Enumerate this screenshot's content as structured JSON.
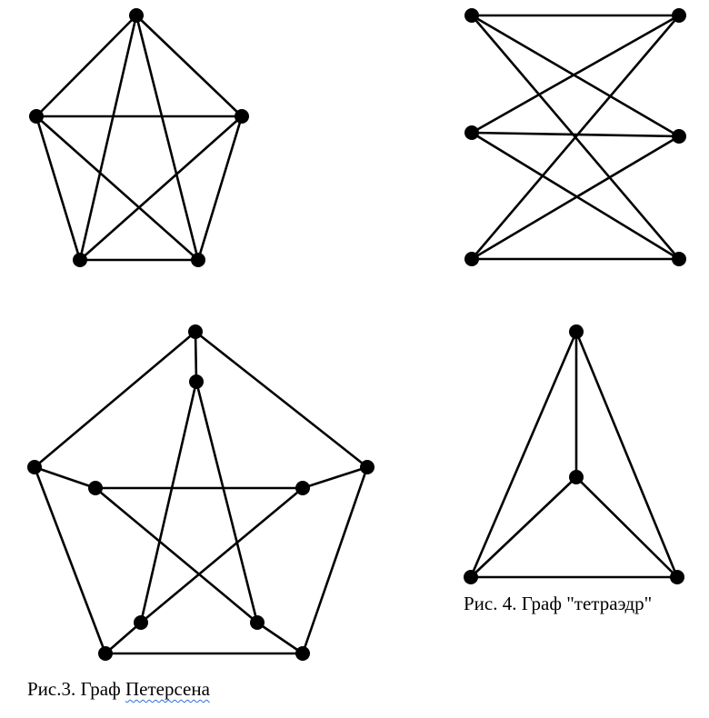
{
  "captions": {
    "petersen_prefix": "Рис.3. Граф ",
    "petersen_name": "Петерсена",
    "tetrahedron": "Рис. 4. Граф \"тетраэдр\""
  },
  "colors": {
    "ink": "#000000",
    "background": "#ffffff",
    "spellcheck_underline": "#2f6fdc"
  }
}
